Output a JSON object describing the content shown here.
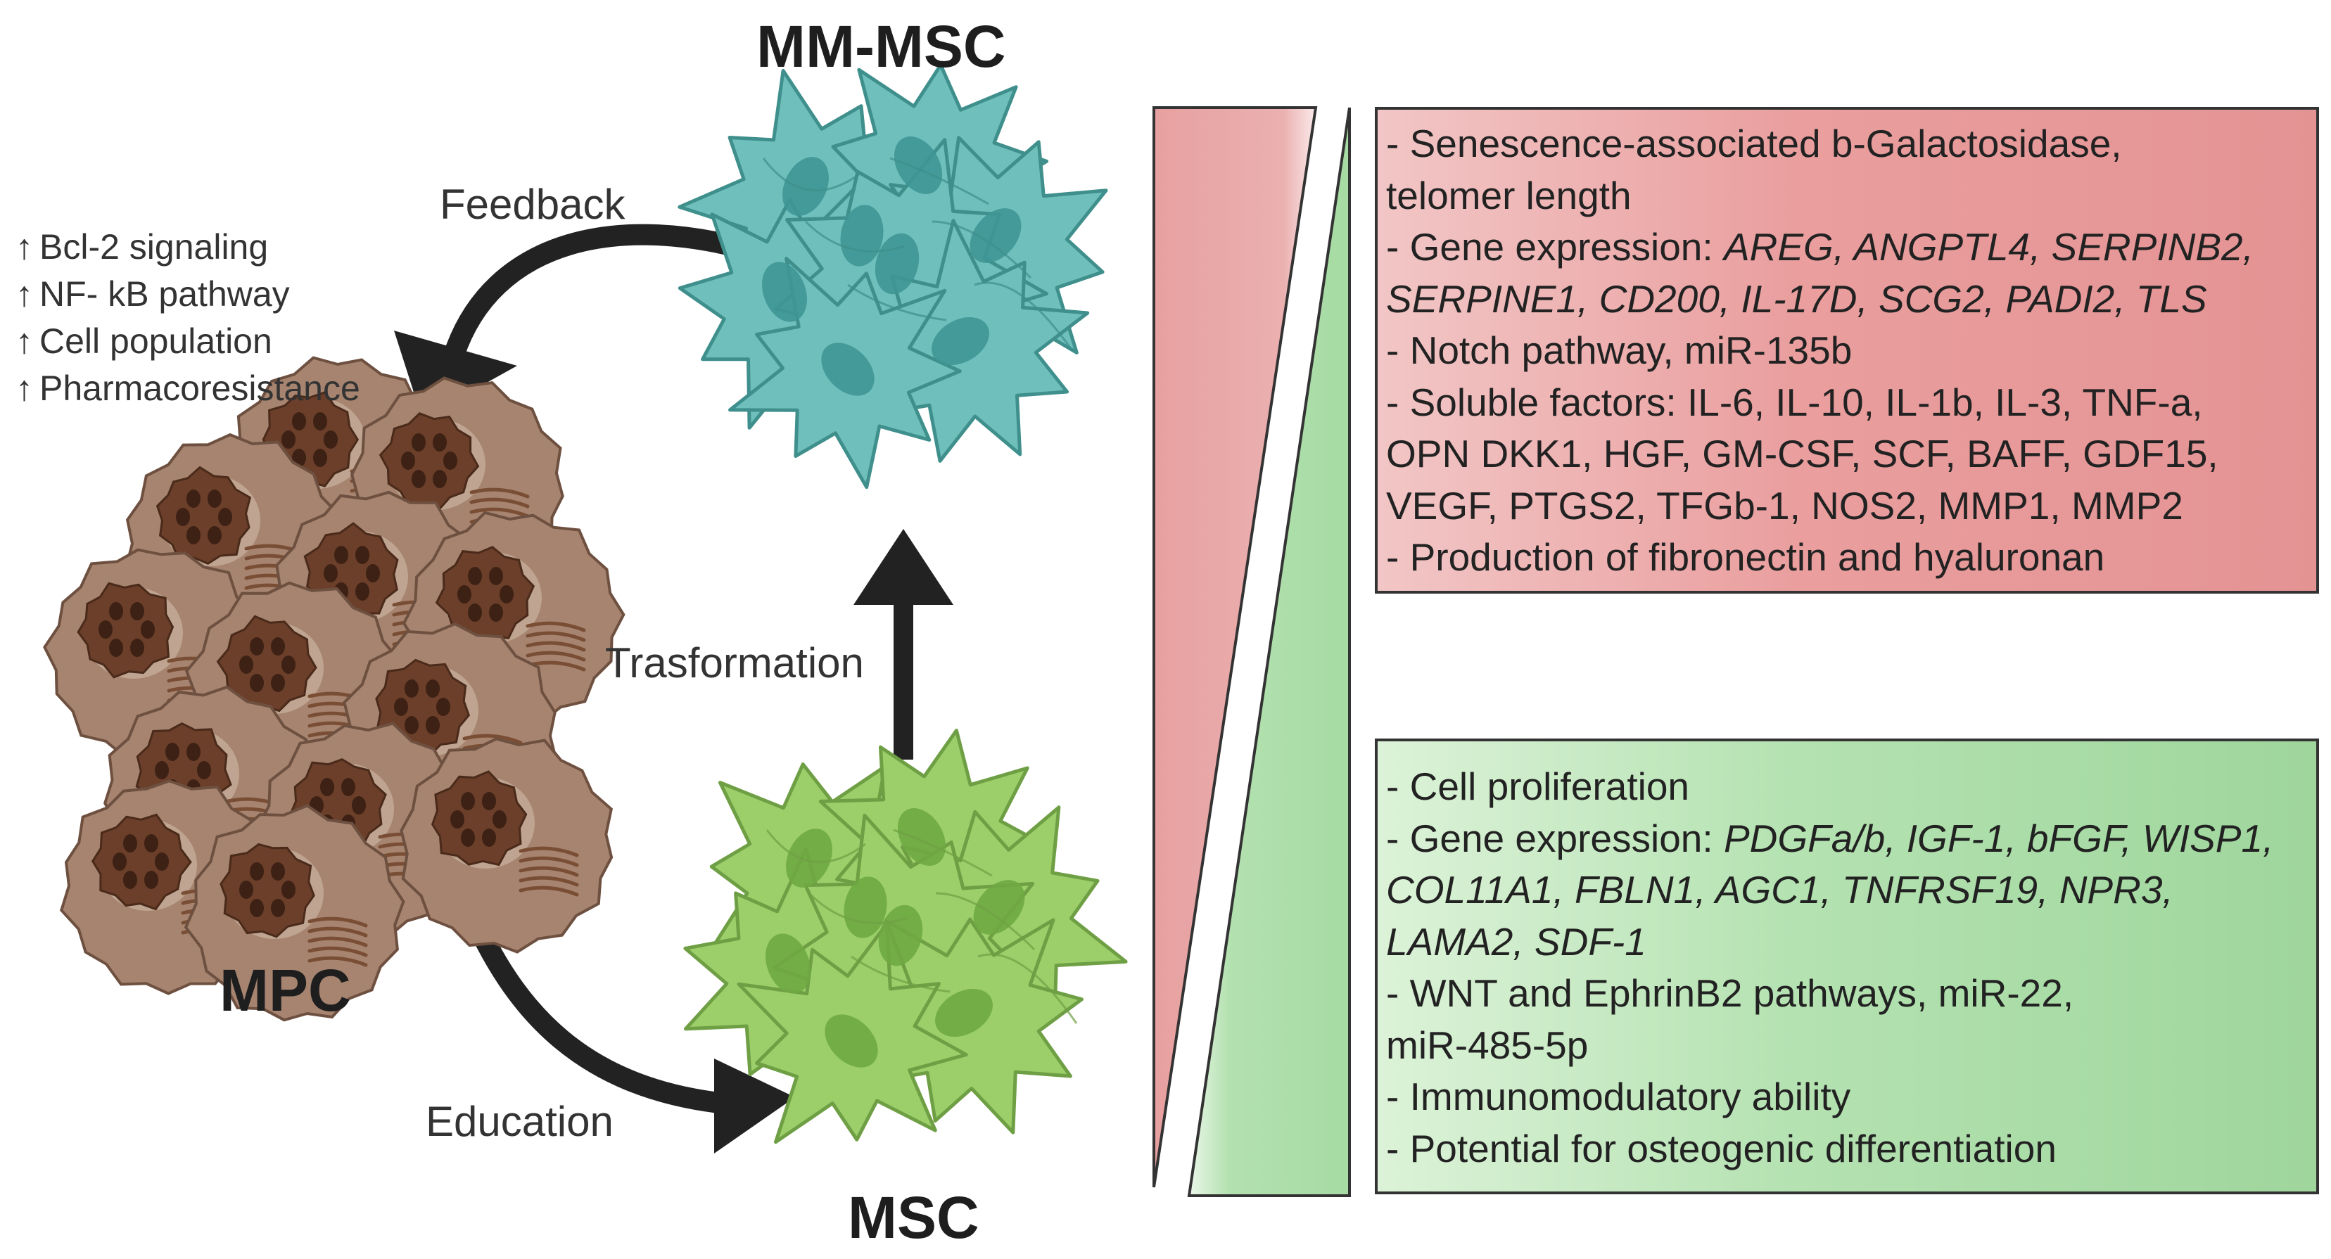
{
  "cells": {
    "mm_msc": {
      "label": "MM-MSC",
      "fill": "#6fbfbd",
      "stroke": "#3f8f8c",
      "nucleus": "#3e9693"
    },
    "msc": {
      "label": "MSC",
      "fill": "#9ccf6a",
      "stroke": "#6f9f44",
      "nucleus": "#6fa843"
    },
    "mpc": {
      "label": "MPC",
      "fill": "#a68470",
      "stroke": "#6e5040",
      "nucleus": "#6b3f2a"
    }
  },
  "arrows": {
    "feedback": "Feedback",
    "transformation": "Trasformation",
    "education": "Education",
    "color": "#222222"
  },
  "mpc_effects": {
    "symbol": "↑",
    "items": [
      "Bcl-2 signaling",
      "NF- kB pathway",
      "Cell population",
      "Pharmacoresistance"
    ]
  },
  "gradient_colors": {
    "red": "#e8a0a0",
    "green": "#a9dca6"
  },
  "mm_msc_box": {
    "lines": [
      "- Senescence-associated b-Galactosidase,",
      "telomer length",
      "- Gene expression: ",
      "AREG, ANGPTL4, SERPINB2,",
      "SERPINE1, CD200, IL-17D, SCG2, PADI2, TLS",
      "- Notch pathway, miR-135b",
      "- Soluble factors: IL-6, IL-10, IL-1b, IL-3, TNF-a,",
      "OPN DKK1, HGF, GM-CSF, SCF, BAFF, GDF15,",
      "VEGF, PTGS2, TFGb-1, NOS2, MMP1, MMP2",
      "- Production of fibronectin and hyaluronan"
    ]
  },
  "msc_box": {
    "lines": [
      "- Cell proliferation",
      "- Gene expression: ",
      "PDGFa/b, IGF-1, bFGF, WISP1,",
      "COL11A1, FBLN1, AGC1, TNFRSF19, NPR3,",
      "LAMA2, SDF-1",
      "- WNT and EphrinB2 pathways, miR-22,",
      "miR-485-5p",
      "- Immunomodulatory ability",
      "- Potential for osteogenic differentiation"
    ]
  }
}
